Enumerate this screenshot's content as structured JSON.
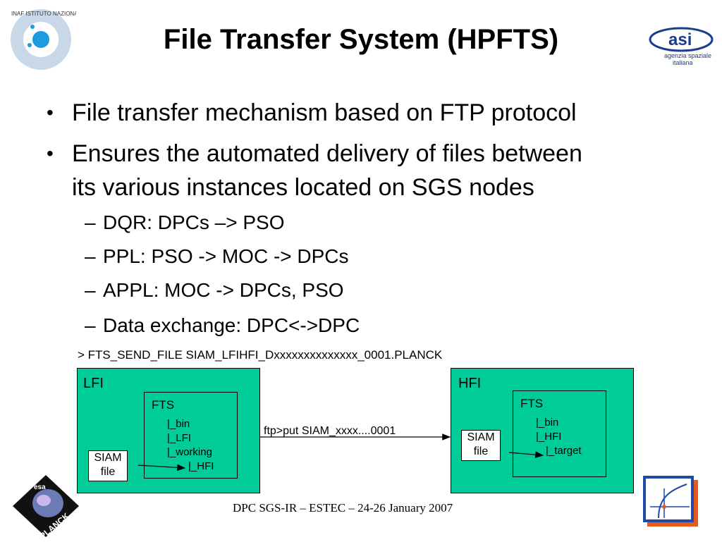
{
  "slide": {
    "title": "File Transfer System (HPFTS)",
    "bullets": [
      {
        "text": "File transfer mechanism based on FTP protocol"
      },
      {
        "text_line1": "Ensures the automated delivery of files between",
        "text_line2": "its various instances located on SGS nodes"
      }
    ],
    "bullet_symbol": "•",
    "sub_dash": "–",
    "sub_bullets": [
      "DQR: DPCs –> PSO",
      "PPL: PSO -> MOC -> DPCs",
      "APPL: MOC -> DPCs, PSO",
      "Data exchange: DPC<->DPC"
    ],
    "command": "> FTS_SEND_FILE SIAM_LFIHFI_Dxxxxxxxxxxxxxx_0001.PLANCK",
    "footer": "DPC SGS-IR – ESTEC – 24-26 January 2007"
  },
  "diagram": {
    "lfi": {
      "label": "LFI",
      "fts_title": "FTS",
      "tree": [
        "|_bin",
        "|_LFI",
        "|_working",
        "|_HFI"
      ],
      "siam_line1": "SIAM",
      "siam_line2": "file"
    },
    "hfi": {
      "label": "HFI",
      "fts_title": "FTS",
      "tree": [
        "|_bin",
        "|_HFI",
        "|_target"
      ],
      "siam_line1": "SIAM",
      "siam_line2": "file"
    },
    "transfer_label": "ftp>put SIAM_xxxx....0001"
  },
  "logos": {
    "inaf_text": "INAF ISTITUTO NAZIONALE DI ASTROFISICA",
    "asi_text_line1": "agenzia spaziale",
    "asi_text_line2": "italiana",
    "planck_text": "PLANCK",
    "esa_text": "esa"
  },
  "colors": {
    "node_fill": "#00cc99",
    "asi_blue": "#1a3d8f"
  }
}
